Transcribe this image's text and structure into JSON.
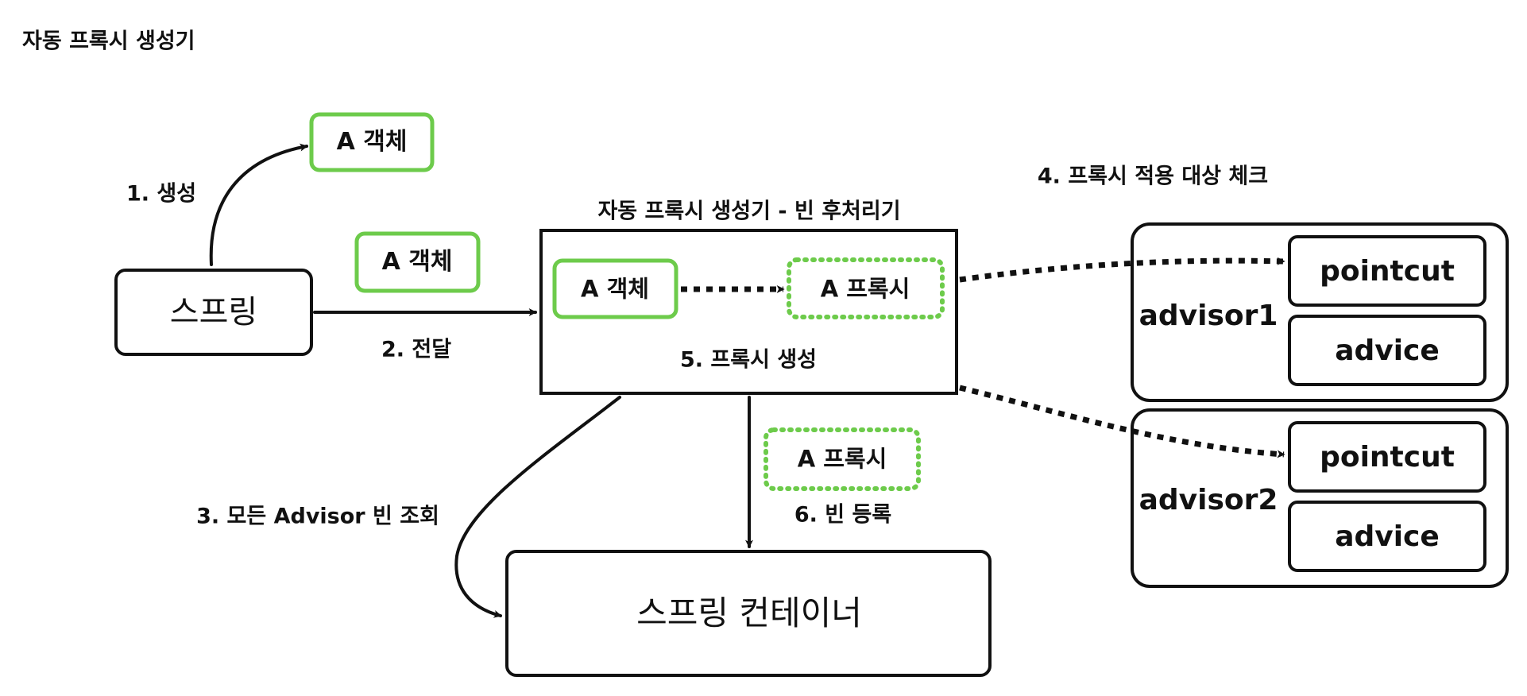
{
  "title": "자동 프록시 생성기",
  "colors": {
    "accent": "#6dcb4b",
    "stroke": "#111111",
    "background": "#ffffff"
  },
  "nodes": {
    "spring": "스프링",
    "a_object_created": "A 객체",
    "a_object_transfer": "A 객체",
    "post_processor_title": "자동 프록시 생성기 - 빈 후처리기",
    "inner_a_object": "A 객체",
    "inner_a_proxy": "A 프록시",
    "create_proxy": "5. 프록시 생성",
    "registered_proxy": "A 프록시",
    "container": "스프링 컨테이너"
  },
  "steps": {
    "step1": "1. 생성",
    "step2": "2. 전달",
    "step3": "3. 모든 Advisor 빈 조회",
    "step4": "4. 프록시 적용 대상 체크",
    "step6": "6. 빈 등록"
  },
  "advisors": [
    {
      "name": "advisor1",
      "pointcut": "pointcut",
      "advice": "advice"
    },
    {
      "name": "advisor2",
      "pointcut": "pointcut",
      "advice": "advice"
    }
  ]
}
